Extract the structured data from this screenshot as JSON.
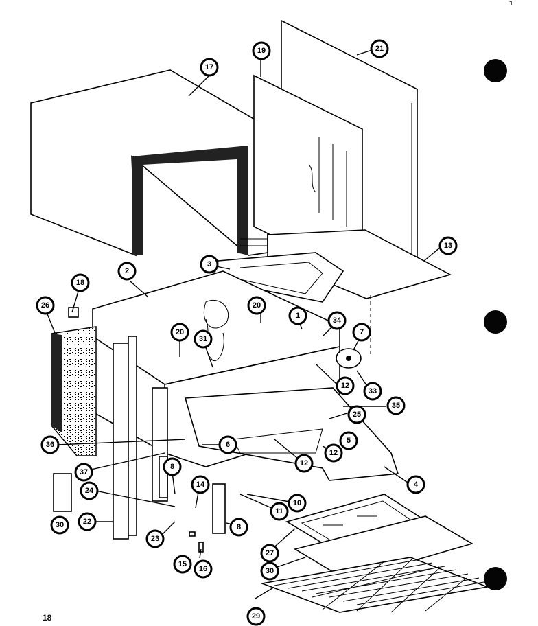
{
  "page": {
    "number": "18",
    "corner_mark": "1"
  },
  "callouts": [
    {
      "id": "c1",
      "label": "1"
    },
    {
      "id": "c2",
      "label": "2"
    },
    {
      "id": "c3",
      "label": "3"
    },
    {
      "id": "c4",
      "label": "4"
    },
    {
      "id": "c5",
      "label": "5"
    },
    {
      "id": "c6",
      "label": "6"
    },
    {
      "id": "c7",
      "label": "7"
    },
    {
      "id": "c8a",
      "label": "8"
    },
    {
      "id": "c8b",
      "label": "8"
    },
    {
      "id": "c10",
      "label": "10"
    },
    {
      "id": "c11",
      "label": "11"
    },
    {
      "id": "c12a",
      "label": "12"
    },
    {
      "id": "c12b",
      "label": "12"
    },
    {
      "id": "c12c",
      "label": "12"
    },
    {
      "id": "c13",
      "label": "13"
    },
    {
      "id": "c14",
      "label": "14"
    },
    {
      "id": "c15",
      "label": "15"
    },
    {
      "id": "c16",
      "label": "16"
    },
    {
      "id": "c17",
      "label": "17"
    },
    {
      "id": "c18",
      "label": "18"
    },
    {
      "id": "c19",
      "label": "19"
    },
    {
      "id": "c20a",
      "label": "20"
    },
    {
      "id": "c20b",
      "label": "20"
    },
    {
      "id": "c21",
      "label": "21"
    },
    {
      "id": "c22",
      "label": "22"
    },
    {
      "id": "c23",
      "label": "23"
    },
    {
      "id": "c24",
      "label": "24"
    },
    {
      "id": "c25",
      "label": "25"
    },
    {
      "id": "c26",
      "label": "26"
    },
    {
      "id": "c27",
      "label": "27"
    },
    {
      "id": "c29",
      "label": "29"
    },
    {
      "id": "c30a",
      "label": "30"
    },
    {
      "id": "c30b",
      "label": "30"
    },
    {
      "id": "c31",
      "label": "31"
    },
    {
      "id": "c33",
      "label": "33"
    },
    {
      "id": "c34",
      "label": "34"
    },
    {
      "id": "c35",
      "label": "35"
    },
    {
      "id": "c36",
      "label": "36"
    },
    {
      "id": "c37",
      "label": "37"
    }
  ]
}
